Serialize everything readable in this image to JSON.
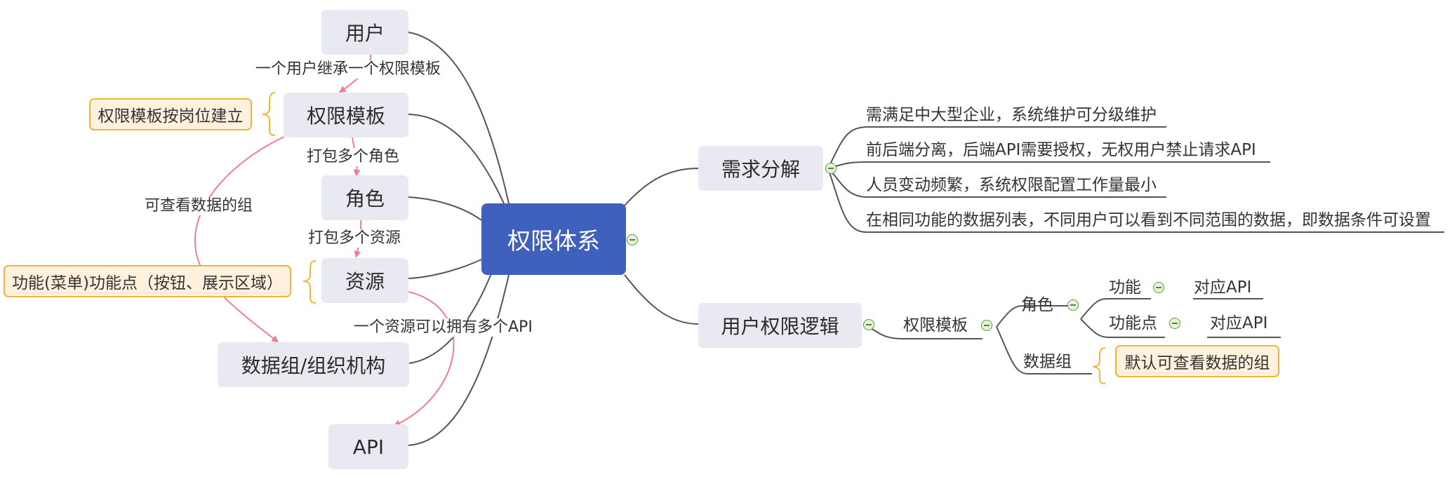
{
  "central": {
    "label": "权限体系"
  },
  "left_nodes": {
    "user": "用户",
    "template": "权限模板",
    "role": "角色",
    "resource": "资源",
    "datagroup": "数据组/组织机构",
    "api": "API"
  },
  "relations": {
    "user_template": "一个用户继承一个权限模板",
    "template_role": "打包多个角色",
    "role_resource": "打包多个资源",
    "template_datagroup": "可查看数据的组",
    "resource_api": "一个资源可以拥有多个API"
  },
  "notes": {
    "template": "权限模板按岗位建立",
    "resource": "功能(菜单)功能点（按钮、展示区域）",
    "datagroup": "默认可查看数据的组"
  },
  "requirements": {
    "label": "需求分解",
    "items": [
      "需满足中大型企业，系统维护可分级维护",
      "前后端分离，后端API需要授权，无权用户禁止请求API",
      "人员变动频繁，系统权限配置工作量最小",
      "在相同功能的数据列表，不同用户可以看到不同范围的数据，即数据条件可设置"
    ]
  },
  "logic": {
    "label": "用户权限逻辑",
    "template": "权限模板",
    "role": "角色",
    "function": "功能",
    "function_api": "对应API",
    "function_point": "功能点",
    "function_point_api": "对应API",
    "datagroup": "数据组"
  },
  "colors": {
    "central": "#4060be",
    "node": "#e9e9f1",
    "line": "#555555",
    "relation_arrow": "#ef7f8c",
    "note_fill": "#fff1de",
    "note_border": "#f3b33b",
    "toggle": "#5a9a3a"
  }
}
